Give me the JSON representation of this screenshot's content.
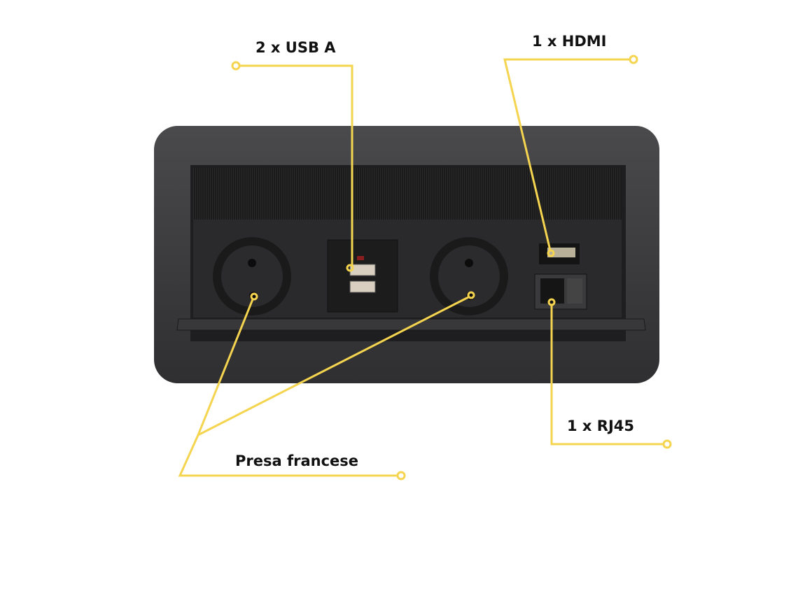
{
  "annotations": {
    "usb": "2 x USB A",
    "hdmi": "1 x HDMI",
    "rj45": "1 x RJ45",
    "socket": "Presa francese"
  },
  "colors": {
    "annotation_line": "#f5d44f",
    "housing": "#3b3b3d",
    "panel": "#252527"
  }
}
